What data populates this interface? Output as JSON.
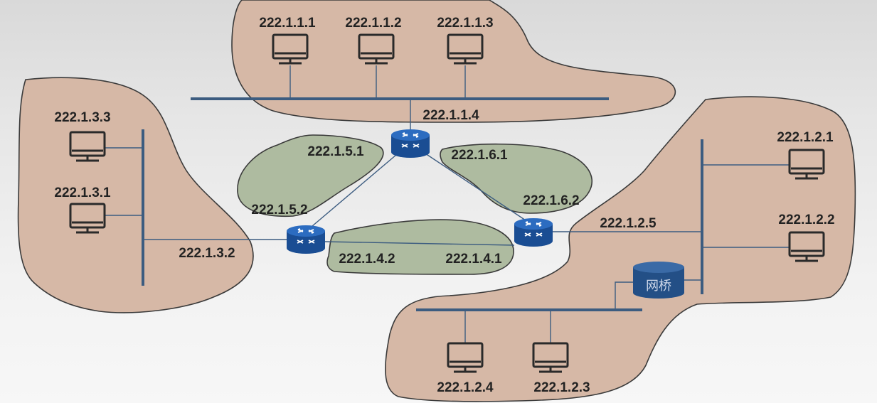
{
  "hosts": {
    "h111": "222.1.1.1",
    "h112": "222.1.1.2",
    "h113": "222.1.1.3",
    "h133": "222.1.3.3",
    "h131": "222.1.3.1",
    "h121": "222.1.2.1",
    "h122": "222.1.2.2",
    "h124": "222.1.2.4",
    "h123": "222.1.2.3"
  },
  "interfaces": {
    "i114": "222.1.1.4",
    "i151": "222.1.5.1",
    "i161": "222.1.6.1",
    "i162": "222.1.6.2",
    "i152": "222.1.5.2",
    "i125": "222.1.2.5",
    "i132": "222.1.3.2",
    "i142": "222.1.4.2",
    "i141": "222.1.4.1"
  },
  "bridge_label": "网桥",
  "colors": {
    "lan_fill": "#d6b8a6",
    "wan_fill": "#aebba0",
    "router": "#1f5aa6",
    "bus": "#3c5c80"
  }
}
